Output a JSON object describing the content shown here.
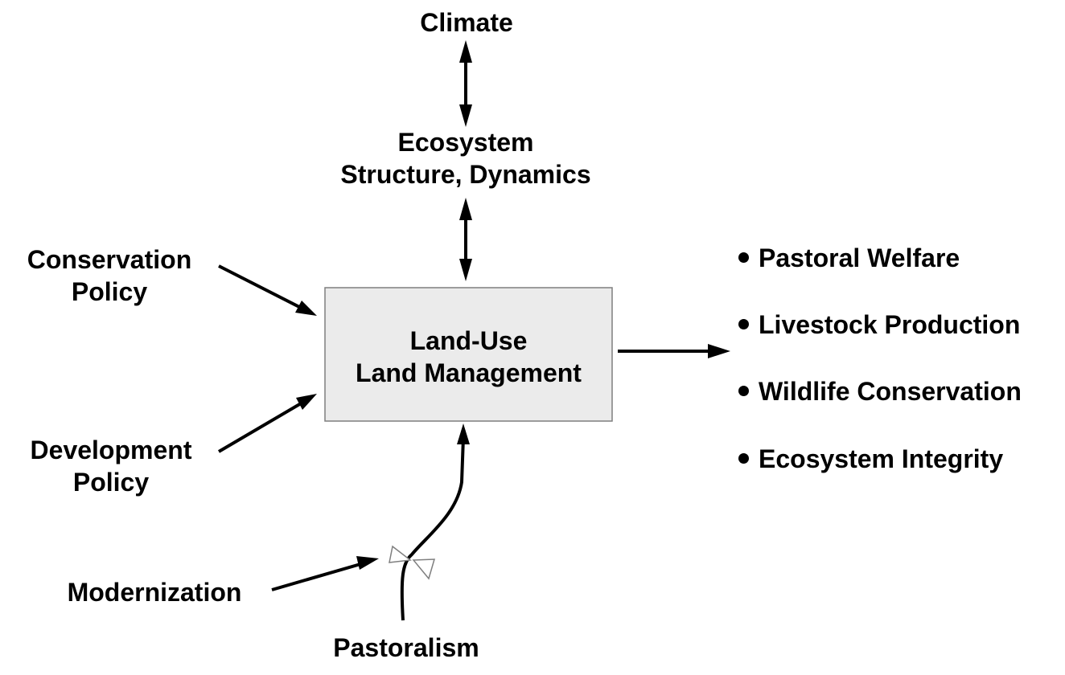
{
  "nodes": {
    "climate": "Climate",
    "ecosystem": [
      "Ecosystem",
      "Structure, Dynamics"
    ],
    "conservation_policy": [
      "Conservation",
      "Policy"
    ],
    "development_policy": [
      "Development",
      "Policy"
    ],
    "modernization": "Modernization",
    "pastoralism": "Pastoralism",
    "land_use": [
      "Land-Use",
      "Land Management"
    ]
  },
  "outcomes": [
    "Pastoral Welfare",
    "Livestock Production",
    "Wildlife Conservation",
    "Ecosystem Integrity"
  ],
  "colors": {
    "box_fill": "#ebebeb",
    "box_stroke": "#7f7f7f",
    "stroke": "#000000",
    "valve_fill": "#ffffff",
    "valve_stroke": "#7f7f7f"
  }
}
